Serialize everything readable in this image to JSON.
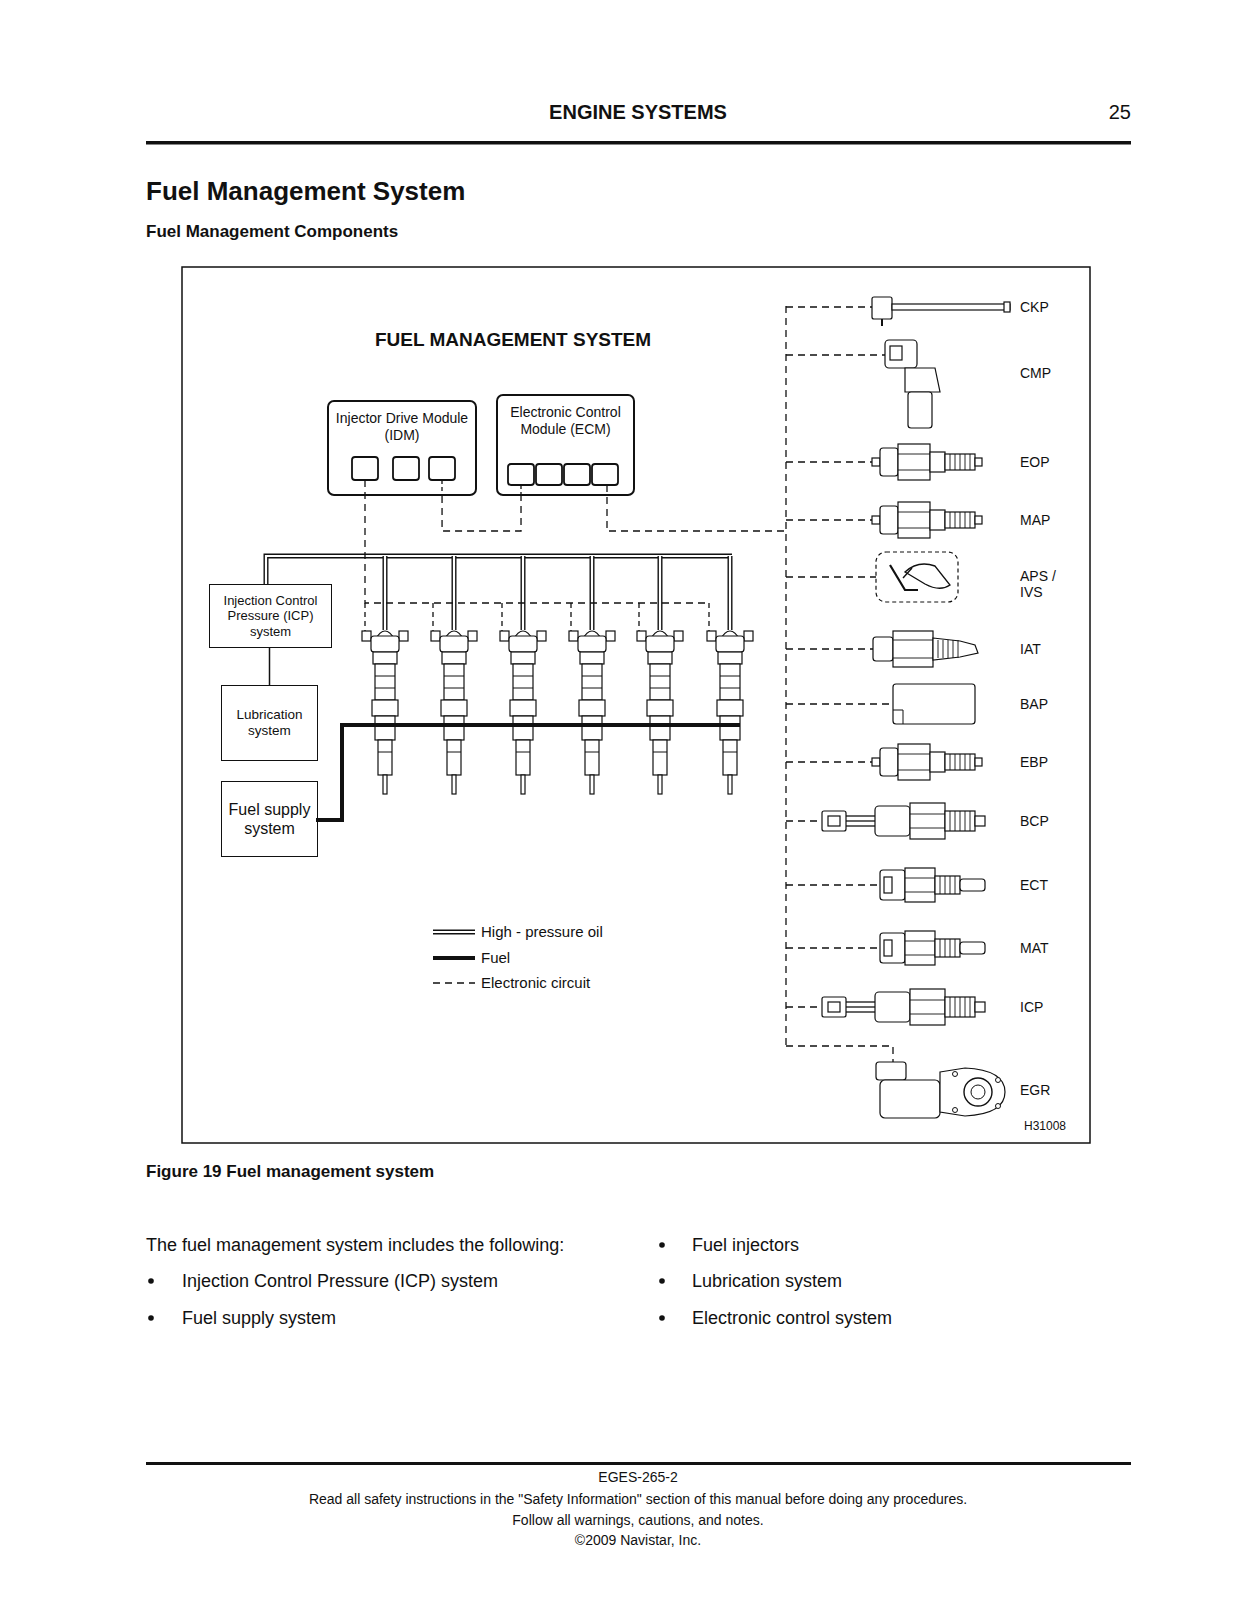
{
  "diagram": {
    "title": "Fuel Management System",
    "caption": "Figure 19 Fuel management system",
    "nodes": [
      {
        "text": [
          "Injector Drive Module (IDM)"
        ]
      },
      {
        "text": [
          "Electronic Control Module (ECM)"
        ]
      },
      {
        "text": [
          "Injection Control Pressure (ICP) system"
        ]
      },
      {
        "text": [
          "Lubrication system"
        ]
      },
      {
        "text": [
          "Fuel supply system"
        ]
      }
    ],
    "edges": [
      {
        "from": 0,
        "to": 1,
        "arrow": "none"
      },
      {
        "from": 2,
        "to": 3,
        "arrow": "none"
      }
    ],
    "labels": [
      "ENGINE SYSTEMS",
      "25",
      "Fuel Management Components",
      "FUEL MANAGEMENT SYSTEM",
      "CKP",
      "CMP",
      "EOP",
      "MAP",
      "APS / IVS",
      "IAT",
      "BAP",
      "EBP",
      "BCP",
      "ECT",
      "MAT",
      "ICP",
      "EGR",
      "H31008",
      "The fuel management system includes the following:",
      "Injection Control Pressure (ICP) system",
      "Fuel supply system",
      "Fuel injectors",
      "Lubrication system",
      "Electronic control system",
      "EGES-265-2",
      "Read all safety instructions in the \"Safety Information\" section of this manual before doing any procedures.",
      "Follow all warnings, cautions, and notes.",
      "©2009 Navistar, Inc."
    ],
    "legend": [
      {
        "text": "High - pressure oil"
      },
      {
        "text": "Fuel"
      },
      {
        "text": "Electronic circuit"
      }
    ]
  }
}
